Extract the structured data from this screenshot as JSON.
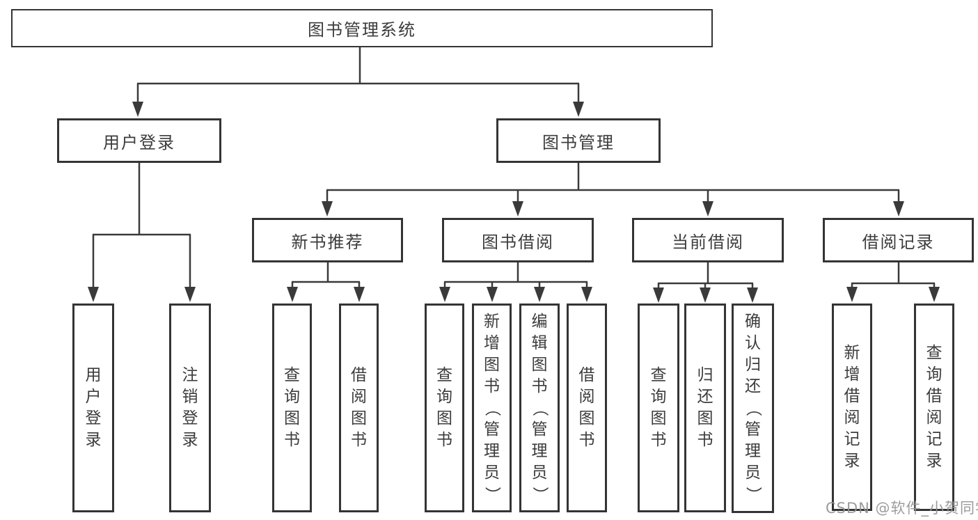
{
  "watermark": {
    "text": "CSDN @软件_小贺同学",
    "color": "#949496"
  },
  "colors": {
    "line": "#3a3a3a",
    "box_border": "#343434",
    "text": "#3c3c3c",
    "background": "#ffffff"
  },
  "tree": {
    "root": {
      "label": "图书管理系统",
      "children": [
        {
          "label": "用户登录",
          "children": [
            {
              "label": "用户登录"
            },
            {
              "label": "注销登录"
            }
          ]
        },
        {
          "label": "图书管理",
          "children": [
            {
              "label": "新书推荐",
              "children": [
                {
                  "label": "查询图书"
                },
                {
                  "label": "借阅图书"
                }
              ]
            },
            {
              "label": "图书借阅",
              "children": [
                {
                  "label": "查询图书"
                },
                {
                  "label": "新增图书（管理员）"
                },
                {
                  "label": "编辑图书（管理员）"
                },
                {
                  "label": "借阅图书"
                }
              ]
            },
            {
              "label": "当前借阅",
              "children": [
                {
                  "label": "查询图书"
                },
                {
                  "label": "归还图书"
                },
                {
                  "label": "确认归还（管理员）"
                }
              ]
            },
            {
              "label": "借阅记录",
              "children": [
                {
                  "label": "新增借阅记录"
                },
                {
                  "label": "查询借阅记录"
                }
              ]
            }
          ]
        }
      ]
    }
  }
}
